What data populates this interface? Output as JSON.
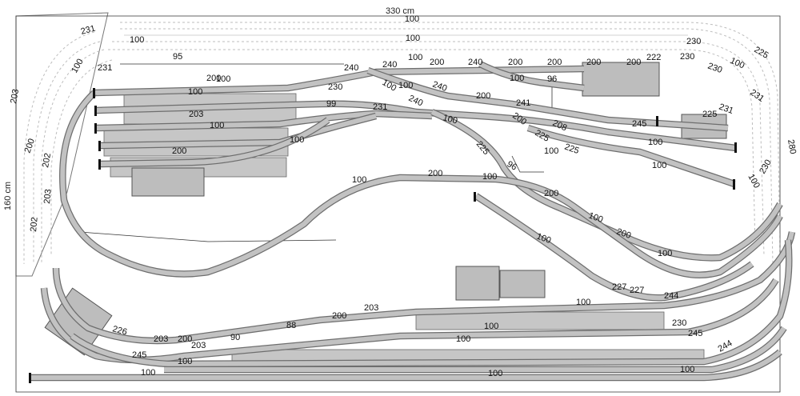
{
  "dimensions": {
    "width_label": "330 cm",
    "height_label": "160 cm"
  },
  "track_labels": [
    "100",
    "100",
    "100",
    "231",
    "230",
    "95",
    "231",
    "100",
    "240",
    "240",
    "100",
    "200",
    "240",
    "200",
    "200",
    "200",
    "200",
    "96",
    "222",
    "230",
    "230",
    "100",
    "225",
    "200",
    "100",
    "100",
    "230",
    "231",
    "100",
    "100",
    "240",
    "240",
    "200",
    "99",
    "231",
    "241",
    "231",
    "203",
    "100",
    "203",
    "225",
    "200",
    "208",
    "225",
    "225",
    "100",
    "245",
    "100",
    "100",
    "200",
    "100",
    "225",
    "100",
    "280",
    "96",
    "200",
    "230",
    "100",
    "200",
    "100",
    "100",
    "202",
    "203",
    "200",
    "227",
    "227",
    "244",
    "100",
    "226",
    "100",
    "100",
    "200",
    "202",
    "203",
    "88",
    "90",
    "200",
    "230",
    "245",
    "245",
    "203",
    "200",
    "203",
    "100",
    "244",
    "100",
    "100",
    "100"
  ],
  "station_lengths": {
    "upper_yard": "100",
    "lower_station": "100",
    "lower_siding": "100",
    "lower_main": "100"
  }
}
